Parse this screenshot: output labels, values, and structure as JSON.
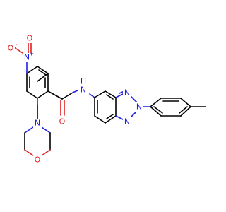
{
  "colors": {
    "carbon": "#000000",
    "nitrogen": "#2020e0",
    "oxygen": "#e02020",
    "background": "#ffffff"
  },
  "labels": {
    "nitro_o_minus": "O",
    "nitro_n_plus": "N",
    "nitro_o_double": "O",
    "amide_o": "O",
    "amide_nh": "N",
    "amide_h": "H",
    "morpholine_n": "N",
    "morpholine_o": "O",
    "triazole_n1": "N",
    "triazole_n2": "N",
    "triazole_n3": "N",
    "minus_sign": "-",
    "plus_sign": "+"
  }
}
